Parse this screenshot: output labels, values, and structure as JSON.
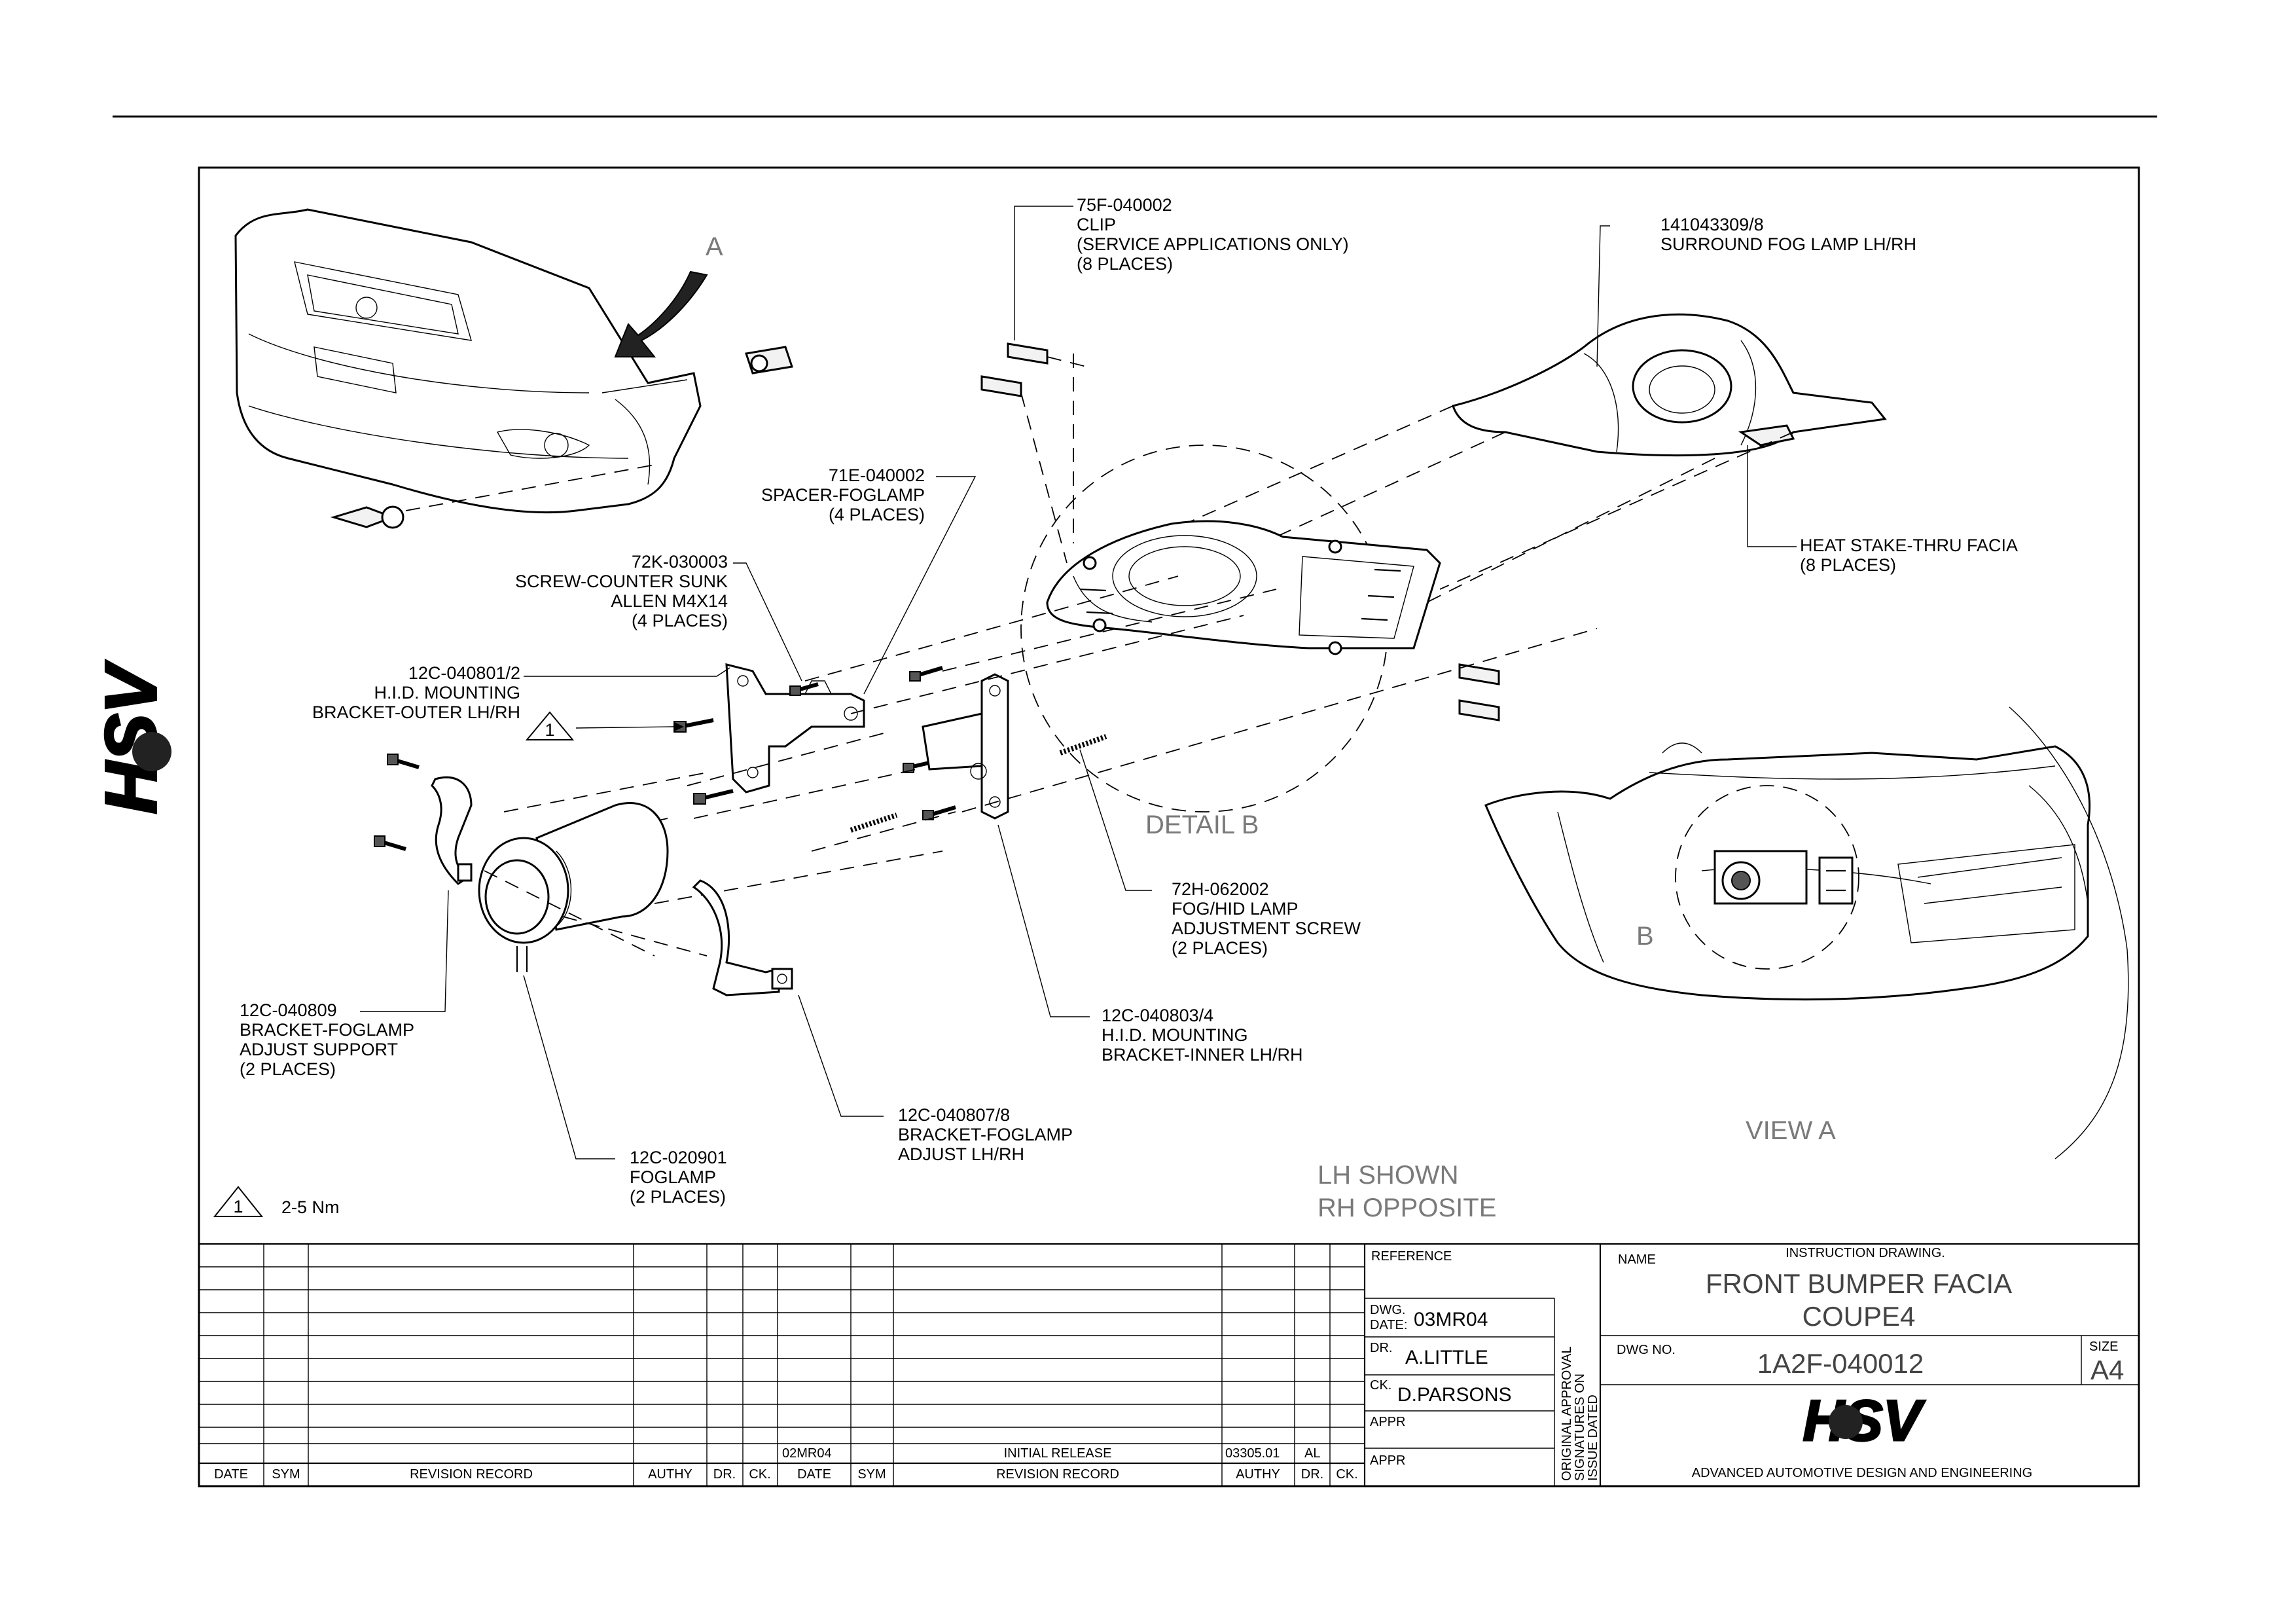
{
  "labels": {
    "view_a_arrow": "A",
    "clip": [
      "75F-040002",
      "CLIP",
      "(SERVICE APPLICATIONS ONLY)",
      "(8 PLACES)"
    ],
    "surround": [
      "141043309/8",
      "SURROUND FOG LAMP LH/RH"
    ],
    "heat_stake": [
      "HEAT STAKE-THRU FACIA",
      "(8 PLACES)"
    ],
    "spacer": [
      "71E-040002",
      "SPACER-FOGLAMP",
      "(4 PLACES)"
    ],
    "screw": [
      "72K-030003",
      "SCREW-COUNTER SUNK",
      "ALLEN M4X14",
      "(4 PLACES)"
    ],
    "hid_outer": [
      "12C-040801/2",
      "H.I.D. MOUNTING",
      "BRACKET-OUTER LH/RH"
    ],
    "torque_marker": "1",
    "detail_b": "DETAIL B",
    "adj_screw": [
      "72H-062002",
      "FOG/HID LAMP",
      "ADJUSTMENT SCREW",
      "(2 PLACES)"
    ],
    "adjust_support": [
      "12C-040809",
      "BRACKET-FOGLAMP",
      "ADJUST SUPPORT",
      "(2 PLACES)"
    ],
    "hid_inner": [
      "12C-040803/4",
      "H.I.D. MOUNTING",
      "BRACKET-INNER LH/RH"
    ],
    "bracket_adjust": [
      "12C-040807/8",
      "BRACKET-FOGLAMP",
      "ADJUST LH/RH"
    ],
    "foglamp": [
      "12C-020901",
      "FOGLAMP",
      "(2 PLACES)"
    ],
    "view_b_letter": "B",
    "view_a": "VIEW A",
    "lh_shown": "LH SHOWN",
    "rh_opposite": "RH OPPOSITE",
    "torque_note": "2-5 Nm",
    "side_logo": "HSV"
  },
  "revision": {
    "headers": [
      "DATE",
      "SYM",
      "REVISION RECORD",
      "AUTHY",
      "DR.",
      "CK."
    ],
    "entry": {
      "date": "02MR04",
      "record": "INITIAL RELEASE",
      "authy": "03305.01",
      "dr": "AL"
    }
  },
  "title_block": {
    "reference_label": "REFERENCE",
    "dwg_date_label_1": "DWG.",
    "dwg_date_label_2": "DATE:",
    "dwg_date": "03MR04",
    "dr_label": "DR.",
    "dr": "A.LITTLE",
    "ck_label": "CK.",
    "ck": "D.PARSONS",
    "appr_label": "APPR",
    "appr2_label": "APPR",
    "approval_note": [
      "ORIGINAL APPROVAL",
      "SIGNATURES ON",
      "ISSUE DATED"
    ],
    "name_label": "NAME",
    "instruction": "INSTRUCTION DRAWING.",
    "name_line1": "FRONT BUMPER FACIA",
    "name_line2": "COUPE4",
    "dwg_no_label": "DWG NO.",
    "dwg_no": "1A2F-040012",
    "size_label": "SIZE",
    "size": "A4",
    "logo": "HSV",
    "company": "ADVANCED AUTOMOTIVE DESIGN AND ENGINEERING"
  }
}
